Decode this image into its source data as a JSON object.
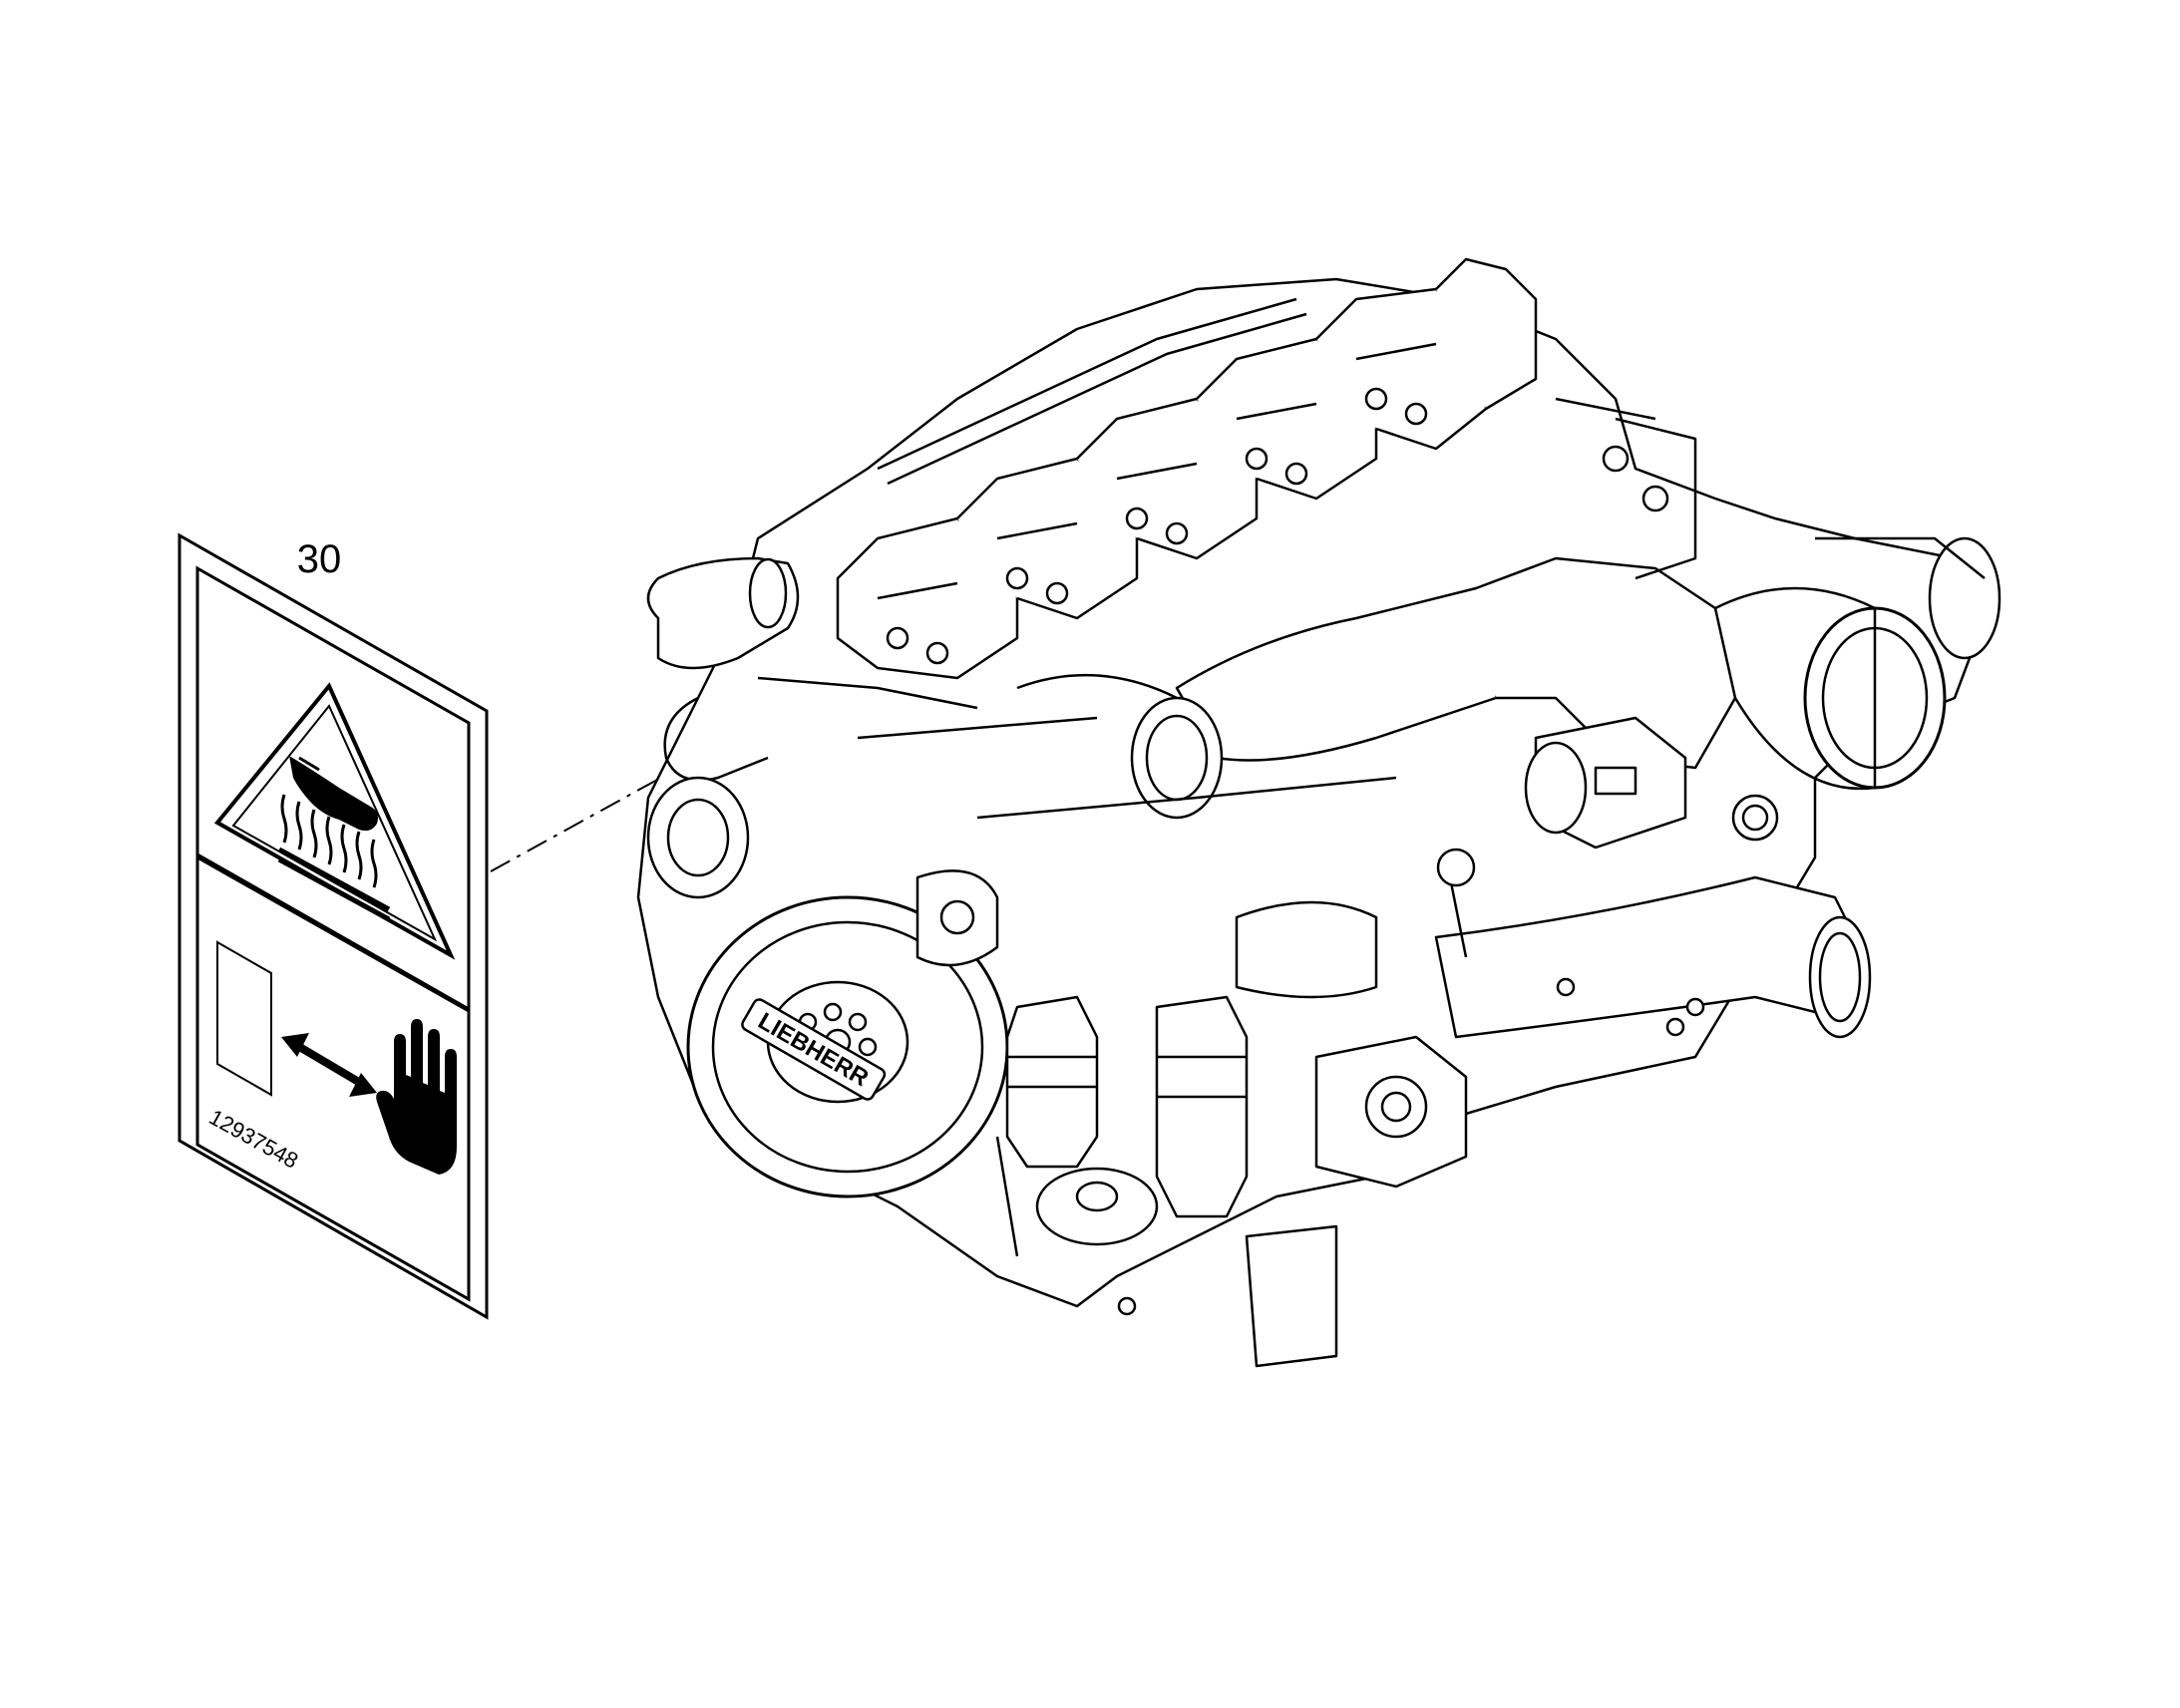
{
  "diagram": {
    "callout_number": "30",
    "decal": {
      "part_number": "12937548",
      "warning_symbol": "hot-surface-warning-icon",
      "instruction_symbol": "keep-hands-away-icon"
    },
    "engine": {
      "brand_badge": "LIEBHERR"
    },
    "colors": {
      "line": "#000000",
      "background": "#ffffff"
    }
  }
}
